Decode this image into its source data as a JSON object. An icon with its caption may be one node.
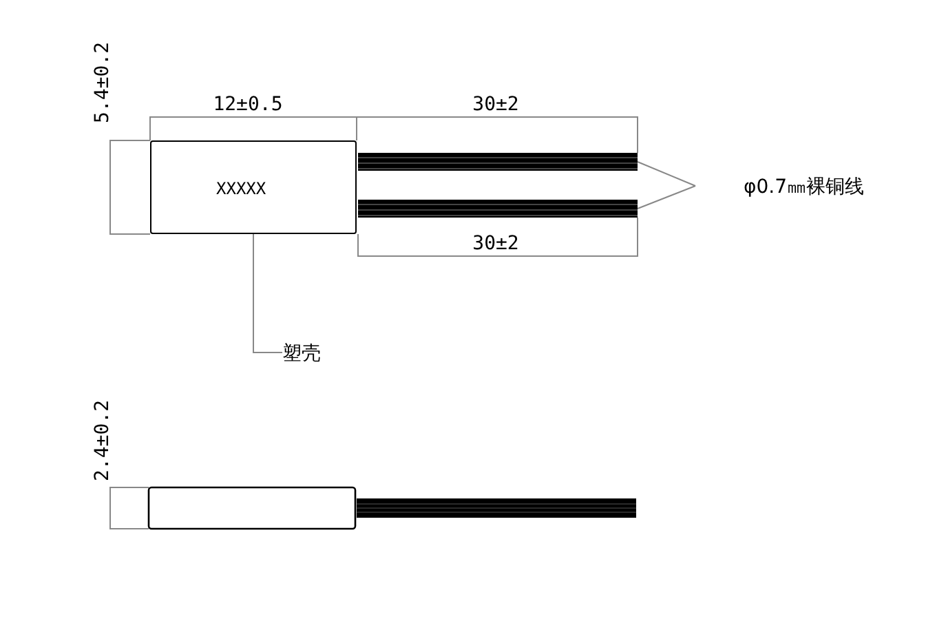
{
  "diagram": {
    "nodes": [
      {
        "text": [
          "XXXXX"
        ]
      },
      {
        "text": [],
        "shape": "bar"
      },
      {
        "text": [],
        "shape": "bar"
      },
      {
        "text": [
          "φ0.7㎜裸铜线"
        ]
      },
      {
        "text": [
          "塑壳"
        ]
      }
    ],
    "edges": [
      {
        "from": 3,
        "to": 1,
        "arrow": "none"
      },
      {
        "from": 3,
        "to": 2,
        "arrow": "none"
      },
      {
        "from": 4,
        "to": 0,
        "arrow": "none"
      }
    ],
    "labels": [
      "5.4±0.2",
      "12±0.5",
      "30±2",
      "30±2",
      "2.4±0.2"
    ]
  }
}
